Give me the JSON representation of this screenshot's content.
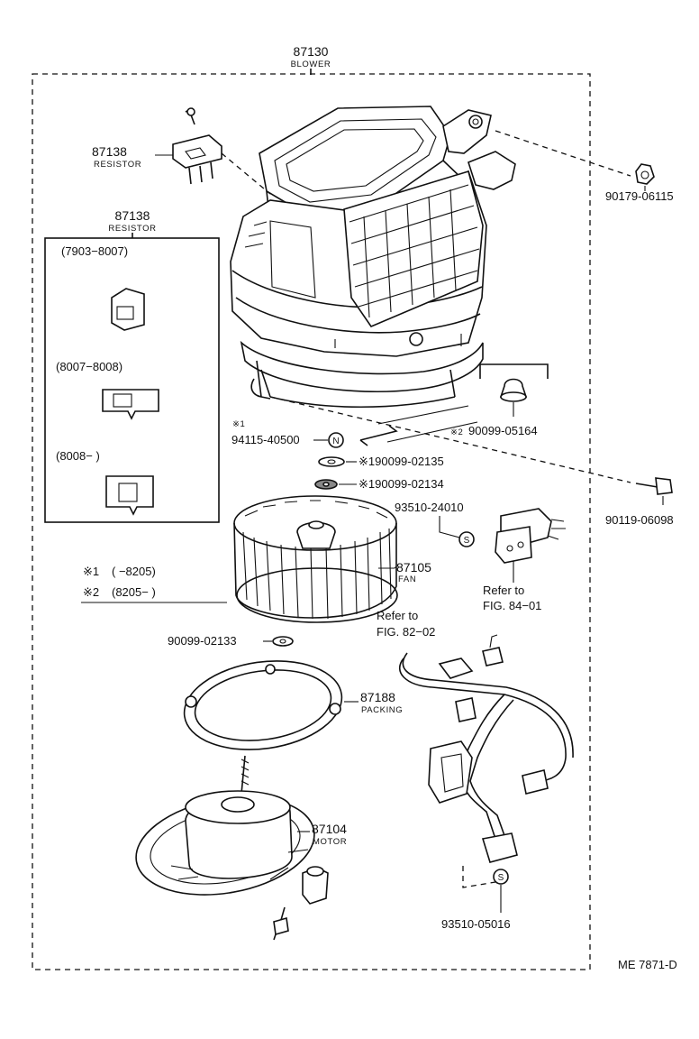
{
  "assembly": {
    "number": "87130",
    "name": "BLOWER"
  },
  "parts": {
    "resistor_top": {
      "number": "87138",
      "name": "RESISTOR"
    },
    "resistor_box": {
      "number": "87138",
      "name": "RESISTOR",
      "variants": [
        "(7903−8007)",
        "(8007−8008)",
        "(8008−          )"
      ]
    },
    "nut_top_right": "90179-06115",
    "bolt_right": "90119-06098",
    "grommet": "90099-05164",
    "note_star_small": "※1",
    "note_star2_small": "※2",
    "nut_n": {
      "number": "94115-40500",
      "symbol": "N"
    },
    "washer_1": "※190099-02135",
    "washer_2": "※190099-02134",
    "washer_3": "90099-02133",
    "switch_screw": {
      "number": "93510-24010",
      "symbol": "S"
    },
    "switch_ref": [
      "Refer to",
      "FIG. 84−01"
    ],
    "fan": {
      "number": "87105",
      "name": "FAN"
    },
    "harness_ref": [
      "Refer to",
      "FIG. 82−02"
    ],
    "packing": {
      "number": "87188",
      "name": "PACKING"
    },
    "motor": {
      "number": "87104",
      "name": "MOTOR"
    },
    "harness_screw": {
      "number": "93510-05016",
      "symbol": "S"
    },
    "notes": [
      {
        "mark": "※1",
        "range": "(          −8205)"
      },
      {
        "mark": "※2",
        "range": "(8205−          )"
      }
    ]
  },
  "footer_code": "ME 7871-D"
}
